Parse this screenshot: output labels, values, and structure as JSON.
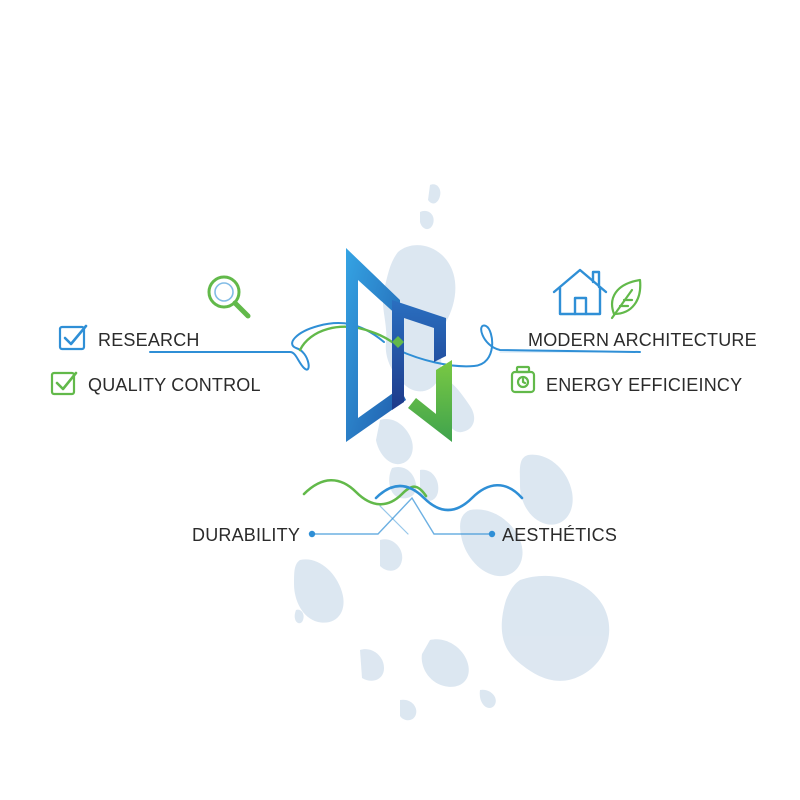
{
  "colors": {
    "blue": "#2f8fd6",
    "navy": "#233f8f",
    "green": "#62b94a",
    "map": "#d7e3ef",
    "text": "#2b2b2b"
  },
  "labels": {
    "research": "RESEARCH",
    "quality_control": "QUALITY CONTROL",
    "modern_architecture": "MODERN ARCHITECTURE",
    "energy_efficiency": "ENERGY EFFICIEINCY",
    "durability": "DURABILITY",
    "aesthetics": "AESTHÉTICS"
  },
  "icons": {
    "research": "checkbox-check-icon",
    "quality_control": "checkbox-check-icon",
    "magnifier": "magnifying-glass-icon",
    "house": "house-icon",
    "leaf": "leaf-icon",
    "energy": "battery-meter-icon",
    "logo": "d-monogram-logo",
    "background": "philippines-map"
  }
}
